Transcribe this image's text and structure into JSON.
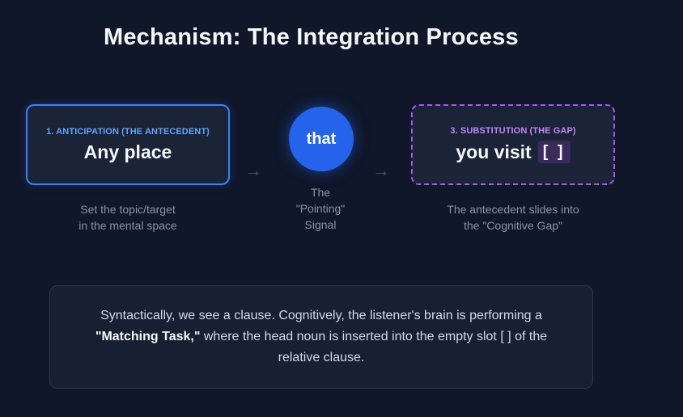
{
  "title": "Mechanism: The Integration Process",
  "step1": {
    "label": "1. ANTICIPATION (THE ANTECEDENT)",
    "main": "Any place",
    "caption_line1": "Set the topic/target",
    "caption_line2": "in the mental space"
  },
  "step2": {
    "main": "that",
    "caption_line1": "The",
    "caption_line2": "\"Pointing\"",
    "caption_line3": "Signal"
  },
  "step3": {
    "label": "3. SUBSTITUTION (THE GAP)",
    "main": "you visit",
    "gap": "[ ]",
    "caption_line1": "The antecedent slides into",
    "caption_line2": "the \"Cognitive Gap\""
  },
  "arrows": {
    "symbol": "→"
  },
  "note": {
    "before": "Syntactically, we see a clause. Cognitively, the listener's brain is performing a",
    "bold": "\"Matching Task,\"",
    "after": "where the head noun is inserted into the empty slot [ ] of the relative clause."
  },
  "colors": {
    "background": "#0f1729",
    "step1_accent": "#3b82f6",
    "step2_circle": "#2563eb",
    "step3_accent": "#a855f7"
  },
  "icons": {
    "arrow": "right-arrow-icon"
  }
}
